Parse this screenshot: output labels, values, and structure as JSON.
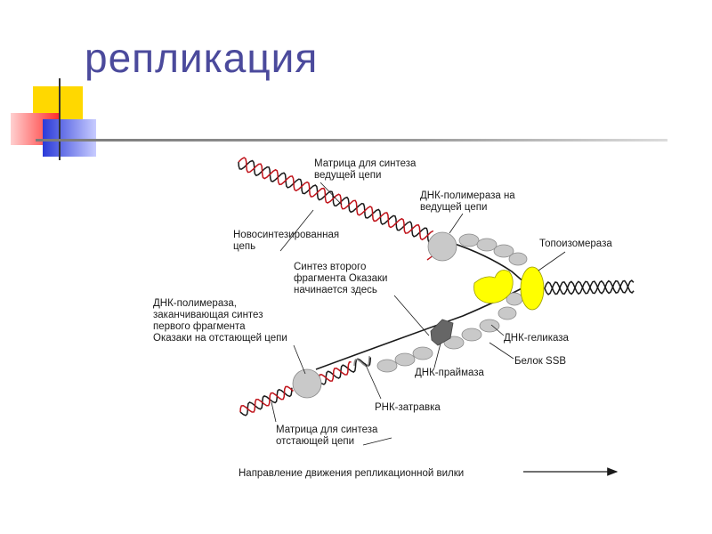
{
  "slide": {
    "title": "репликация"
  },
  "colors": {
    "title": "#4b4a9c",
    "strand_new": "#c0141b",
    "strand_template": "#1a1a1a",
    "protein_gray": "#c9c9c9",
    "topoisomerase": "#ffff00",
    "primase": "#666666",
    "deco_yellow": "#ffd800",
    "deco_red": "#ff2a2a",
    "deco_blue": "#2a3ad8"
  },
  "diagram": {
    "labels": {
      "leading_template": [
        "Матрица для синтеза",
        "ведущей цепи"
      ],
      "leading_polymerase": [
        "ДНК-полимераза на",
        "ведущей цепи"
      ],
      "new_strand": [
        "Новосинтезированная",
        "цепь"
      ],
      "topoisomerase": [
        "Топоизомераза"
      ],
      "okazaki_start": [
        "Синтез второго",
        "фрагмента Оказаки",
        "начинается здесь"
      ],
      "lagging_polymerase": [
        "ДНК-полимераза,",
        "заканчивающая синтез",
        "первого фрагмента",
        "Оказаки на отстающей цепи"
      ],
      "helicase": [
        "ДНК-геликаза"
      ],
      "ssb": [
        "Белок SSB"
      ],
      "primase": [
        "ДНК-праймаза"
      ],
      "rna_primer": [
        "РНК-затравка"
      ],
      "lagging_template": [
        "Матрица для синтеза",
        "отстающей цепи"
      ],
      "direction": [
        "Направление движения репликационной вилки"
      ]
    }
  }
}
